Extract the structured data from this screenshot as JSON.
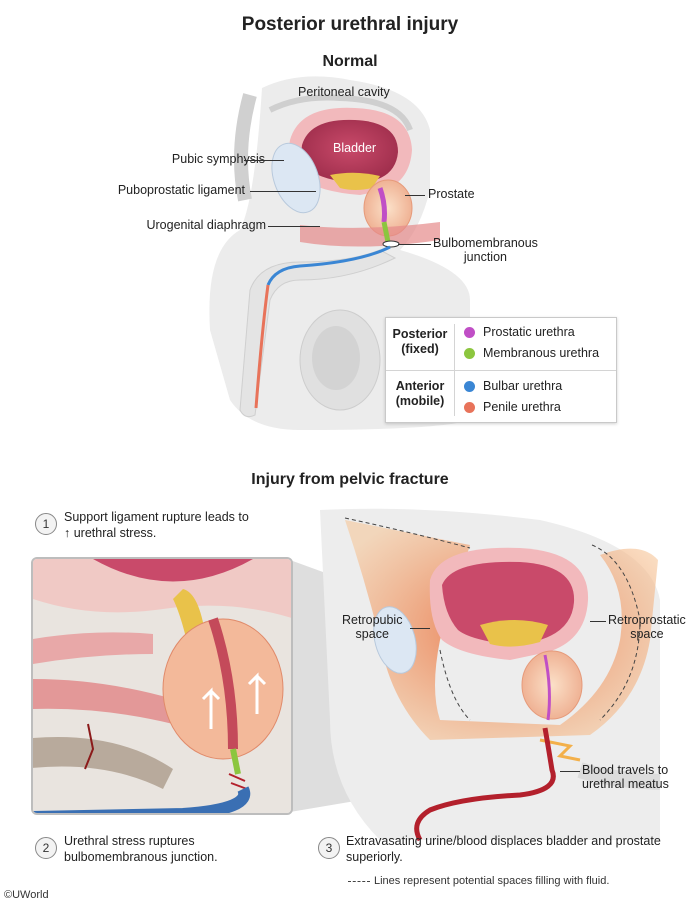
{
  "title": "Posterior urethral injury",
  "normal": {
    "subtitle": "Normal",
    "labels": {
      "peritoneal_cavity": "Peritoneal cavity",
      "bladder": "Bladder",
      "pubic_symphysis": "Pubic symphysis",
      "puboprostatic_ligament": "Puboprostatic ligament",
      "prostate": "Prostate",
      "urogenital_diaphragm": "Urogenital diaphragm",
      "bulbomembranous_line1": "Bulbomembranous",
      "bulbomembranous_line2": "junction"
    }
  },
  "legend": {
    "posterior_group_line1": "Posterior",
    "posterior_group_line2": "(fixed)",
    "anterior_group_line1": "Anterior",
    "anterior_group_line2": "(mobile)",
    "items": [
      {
        "label": "Prostatic urethra",
        "color": "#c04fc6"
      },
      {
        "label": "Membranous urethra",
        "color": "#8cc63f"
      },
      {
        "label": "Bulbar urethra",
        "color": "#3a86d4"
      },
      {
        "label": "Penile urethra",
        "color": "#e8735a"
      }
    ]
  },
  "injury": {
    "subtitle": "Injury from pelvic fracture",
    "steps": [
      {
        "num": "1",
        "line1": "Support ligament rupture leads to",
        "line2": "↑ urethral stress."
      },
      {
        "num": "2",
        "line1": "Urethral stress ruptures",
        "line2": "bulbomembranous junction."
      },
      {
        "num": "3",
        "line1": "Extravasating urine/blood displaces bladder and prostate",
        "line2": "superiorly."
      }
    ],
    "labels": {
      "retropubic_line1": "Retropubic",
      "retropubic_line2": "space",
      "retroprostatic_line1": "Retroprostatic",
      "retroprostatic_line2": "space",
      "blood_line1": "Blood travels to",
      "blood_line2": "urethral meatus"
    },
    "footnote": "Lines represent potential spaces filling with fluid."
  },
  "copyright": "©UWorld"
}
